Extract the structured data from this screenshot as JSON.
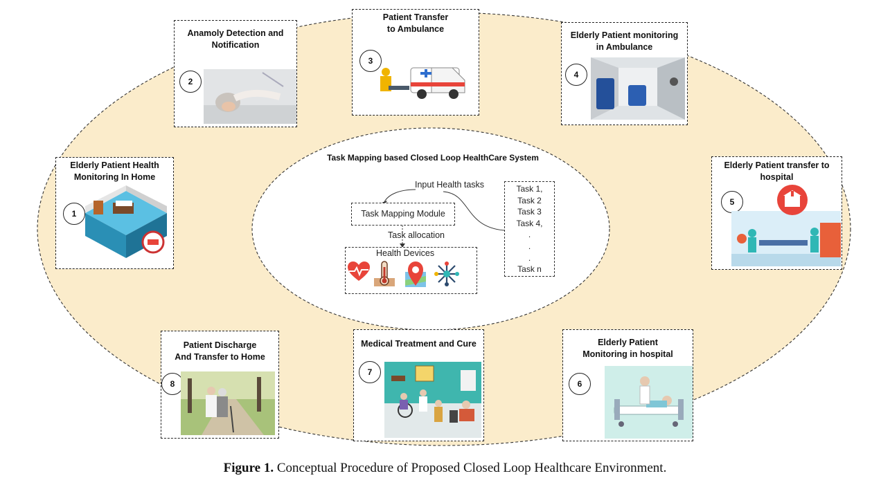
{
  "diagram": {
    "inner_title": "Task Mapping based  Closed Loop HealthCare System",
    "input_label": "Input Health tasks",
    "module_label": "Task Mapping Module",
    "allocation_label": "Task allocation",
    "devices_label": "Health Devices",
    "tasks": [
      "Task 1,",
      "Task 2",
      "Task 3",
      "Task 4,",
      ".",
      ".",
      ".",
      "Task n"
    ],
    "stages": [
      {
        "number": "1",
        "title": "Elderly Patient Health\nMonitoring In  Home"
      },
      {
        "number": "2",
        "title": "Anamoly Detection and\nNotification"
      },
      {
        "number": "3",
        "title": "Patient Transfer\nto Ambulance"
      },
      {
        "number": "4",
        "title": "Elderly Patient monitoring\nin Ambulance"
      },
      {
        "number": "5",
        "title": "Elderly Patient transfer to\nhospital"
      },
      {
        "number": "6",
        "title": "Elderly Patient\nMonitoring in hospital"
      },
      {
        "number": "7",
        "title": "Medical Treatment and Cure"
      },
      {
        "number": "8",
        "title": "Patient Discharge\nAnd Transfer to Home"
      }
    ],
    "colors": {
      "outer_ring": "#fbeccb",
      "accent_red": "#e8443a",
      "teal": "#2fb7b5"
    },
    "icons": [
      "heart-rate-icon",
      "thermometer-icon",
      "location-pin-icon",
      "network-hub-icon"
    ]
  },
  "caption": {
    "label": "Figure 1.",
    "text": " Conceptual Procedure of Proposed Closed Loop Healthcare Environment."
  }
}
